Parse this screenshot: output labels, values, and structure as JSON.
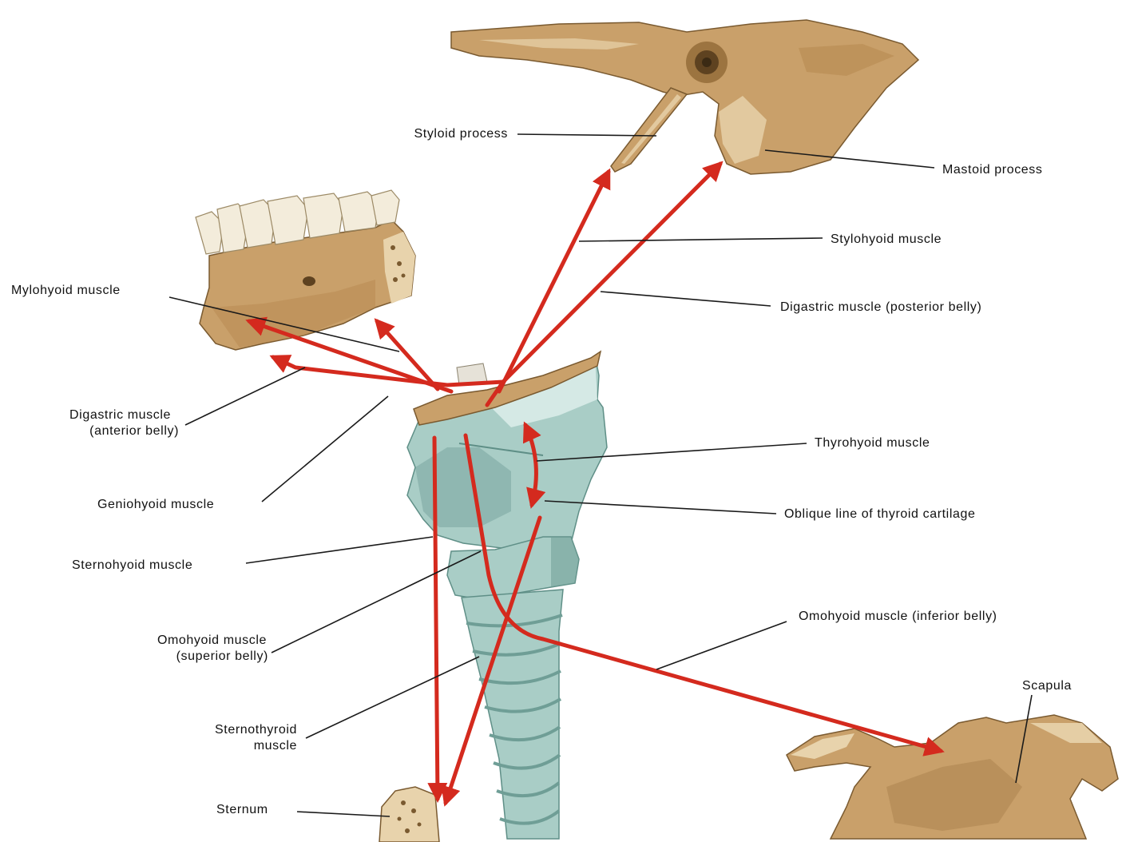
{
  "labels": {
    "styloid_process": "Styloid process",
    "mastoid_process": "Mastoid process",
    "stylohyoid_muscle": "Stylohyoid muscle",
    "digastric_posterior": "Digastric muscle (posterior belly)",
    "mylohyoid_muscle": "Mylohyoid muscle",
    "digastric_anterior_line1": "Digastric muscle",
    "digastric_anterior_line2": "(anterior belly)",
    "thyrohyoid_muscle": "Thyrohyoid muscle",
    "geniohyoid_muscle": "Geniohyoid muscle",
    "oblique_line": "Oblique line of thyroid cartilage",
    "sternohyoid_muscle": "Sternohyoid muscle",
    "omohyoid_inferior": "Omohyoid muscle (inferior belly)",
    "omohyoid_superior_line1": "Omohyoid muscle",
    "omohyoid_superior_line2": "(superior belly)",
    "scapula": "Scapula",
    "sternothyroid_line1": "Sternothyroid",
    "sternothyroid_line2": "muscle",
    "sternum": "Sternum"
  },
  "colors": {
    "arrow": "#d42a1e",
    "bone": "#c9a06a",
    "bone_dark": "#9c7440",
    "bone_light": "#e8d3ac",
    "cartilage": "#a9cdc6",
    "cartilage_dark": "#6f9e96",
    "tooth": "#f3ecdb",
    "leader": "#1a1a1a"
  }
}
